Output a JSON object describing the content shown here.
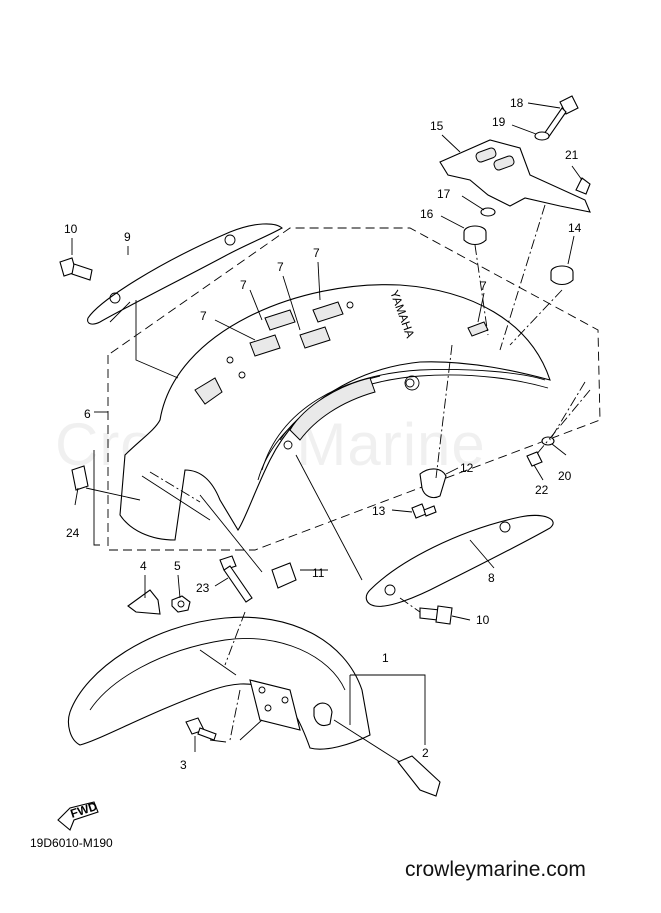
{
  "diagram": {
    "ref_code": "19D6010-M190",
    "watermark": "Crowley Marine",
    "website": "crowleymarine.com",
    "fwd_label": "FWD",
    "brand_mark": "YAMAHA",
    "callouts": {
      "c1": "1",
      "c2": "2",
      "c3": "3",
      "c4": "4",
      "c5": "5",
      "c6": "6",
      "c7a": "7",
      "c7b": "7",
      "c7c": "7",
      "c7d": "7",
      "c7e": "7",
      "c8": "8",
      "c9": "9",
      "c10a": "10",
      "c10b": "10",
      "c11": "11",
      "c12": "12",
      "c13": "13",
      "c14": "14",
      "c15": "15",
      "c16": "16",
      "c17": "17",
      "c18": "18",
      "c19": "19",
      "c20": "20",
      "c21": "21",
      "c22": "22",
      "c23": "23",
      "c24": "24"
    }
  }
}
